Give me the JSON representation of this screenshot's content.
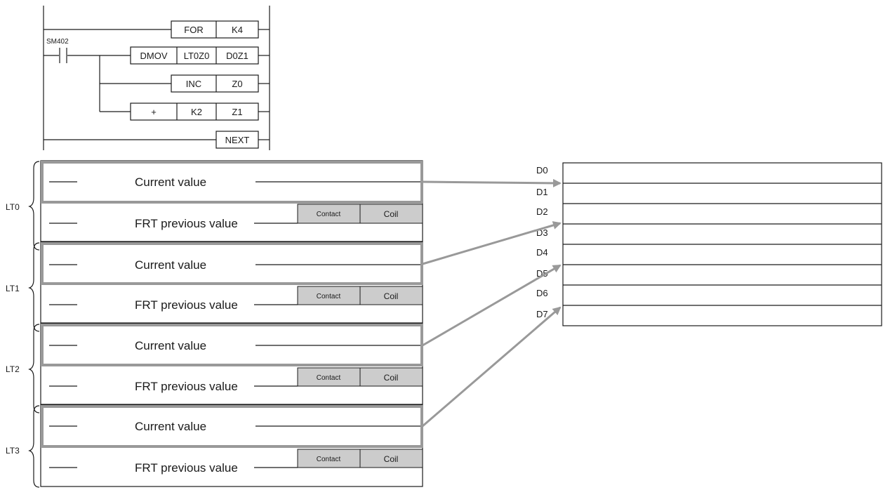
{
  "ladder": {
    "contact_label": "SM402",
    "rows": [
      {
        "cells": [
          "FOR",
          "K4"
        ]
      },
      {
        "cells": [
          "DMOV",
          "LT0Z0",
          "D0Z1"
        ]
      },
      {
        "cells": [
          "INC",
          "Z0"
        ]
      },
      {
        "cells": [
          "+",
          "K2",
          "Z1"
        ]
      },
      {
        "cells": [
          "NEXT"
        ]
      }
    ]
  },
  "timers": [
    {
      "label": "LT0",
      "current": "Current value",
      "frt": "FRT previous value",
      "contact": "Contact",
      "coil": "Coil"
    },
    {
      "label": "LT1",
      "current": "Current value",
      "frt": "FRT previous value",
      "contact": "Contact",
      "coil": "Coil"
    },
    {
      "label": "LT2",
      "current": "Current value",
      "frt": "FRT previous value",
      "contact": "Contact",
      "coil": "Coil"
    },
    {
      "label": "LT3",
      "current": "Current value",
      "frt": "FRT previous value",
      "contact": "Contact",
      "coil": "Coil"
    }
  ],
  "registers": [
    "D0",
    "D1",
    "D2",
    "D3",
    "D4",
    "D5",
    "D6",
    "D7"
  ],
  "colors": {
    "highlight": "#999999",
    "cell_fill": "#cccccc",
    "line": "#1a1a1a"
  }
}
